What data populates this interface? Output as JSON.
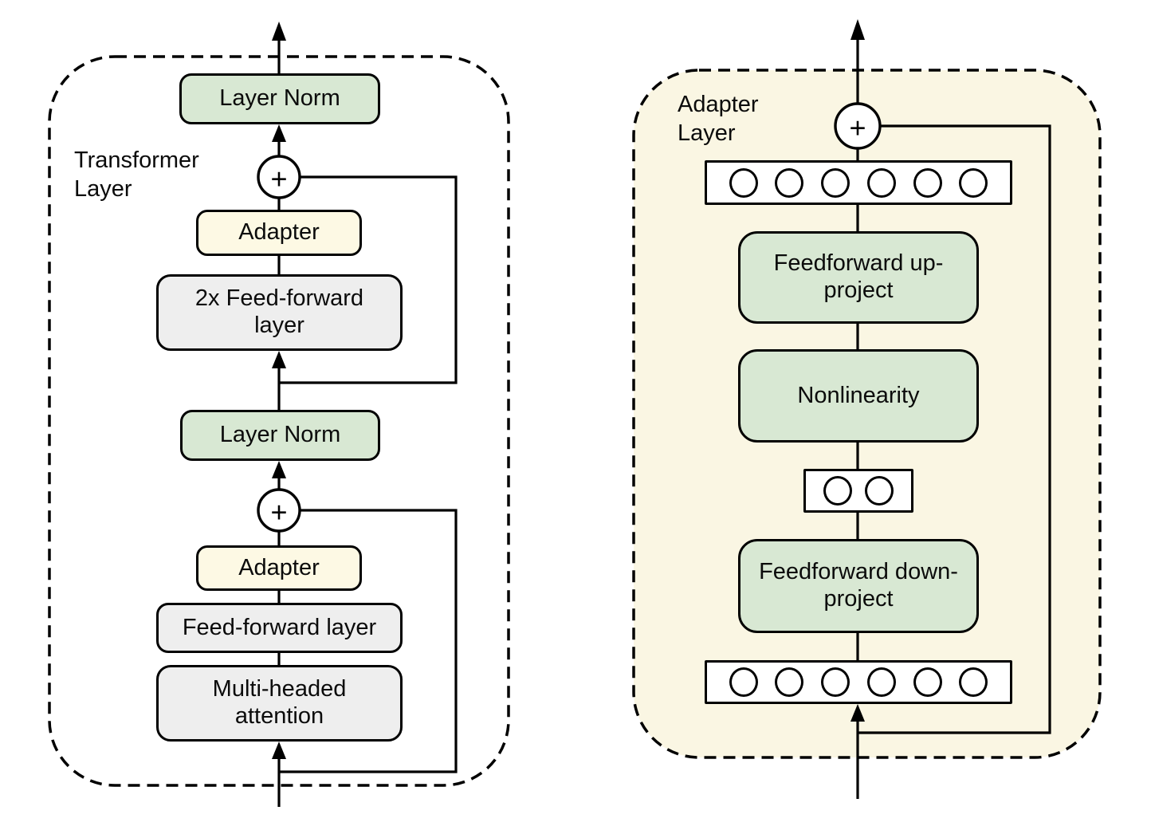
{
  "figure": {
    "plus_symbol": "+",
    "left_panel": {
      "title": "Transformer Layer",
      "layer_norm_top": "Layer Norm",
      "adapter_top": "Adapter",
      "feed_forward_2x": "2x Feed-forward layer",
      "layer_norm_middle": "Layer Norm",
      "adapter_bottom": "Adapter",
      "feed_forward": "Feed-forward layer",
      "multi_head_attention": "Multi-headed attention"
    },
    "right_panel": {
      "title": "Adapter Layer",
      "feedforward_up_project": "Feedforward up-project",
      "nonlinearity": "Nonlinearity",
      "feedforward_down_project": "Feedforward down-project",
      "top_units": 6,
      "bottleneck_units": 2,
      "bottom_units": 6
    },
    "colors": {
      "green_fill": "#d8e8d3",
      "adapter_fill": "#fdf9e4",
      "gray_fill": "#eeeeee",
      "panel_fill": "#faf6e3",
      "line": "#000000"
    }
  }
}
